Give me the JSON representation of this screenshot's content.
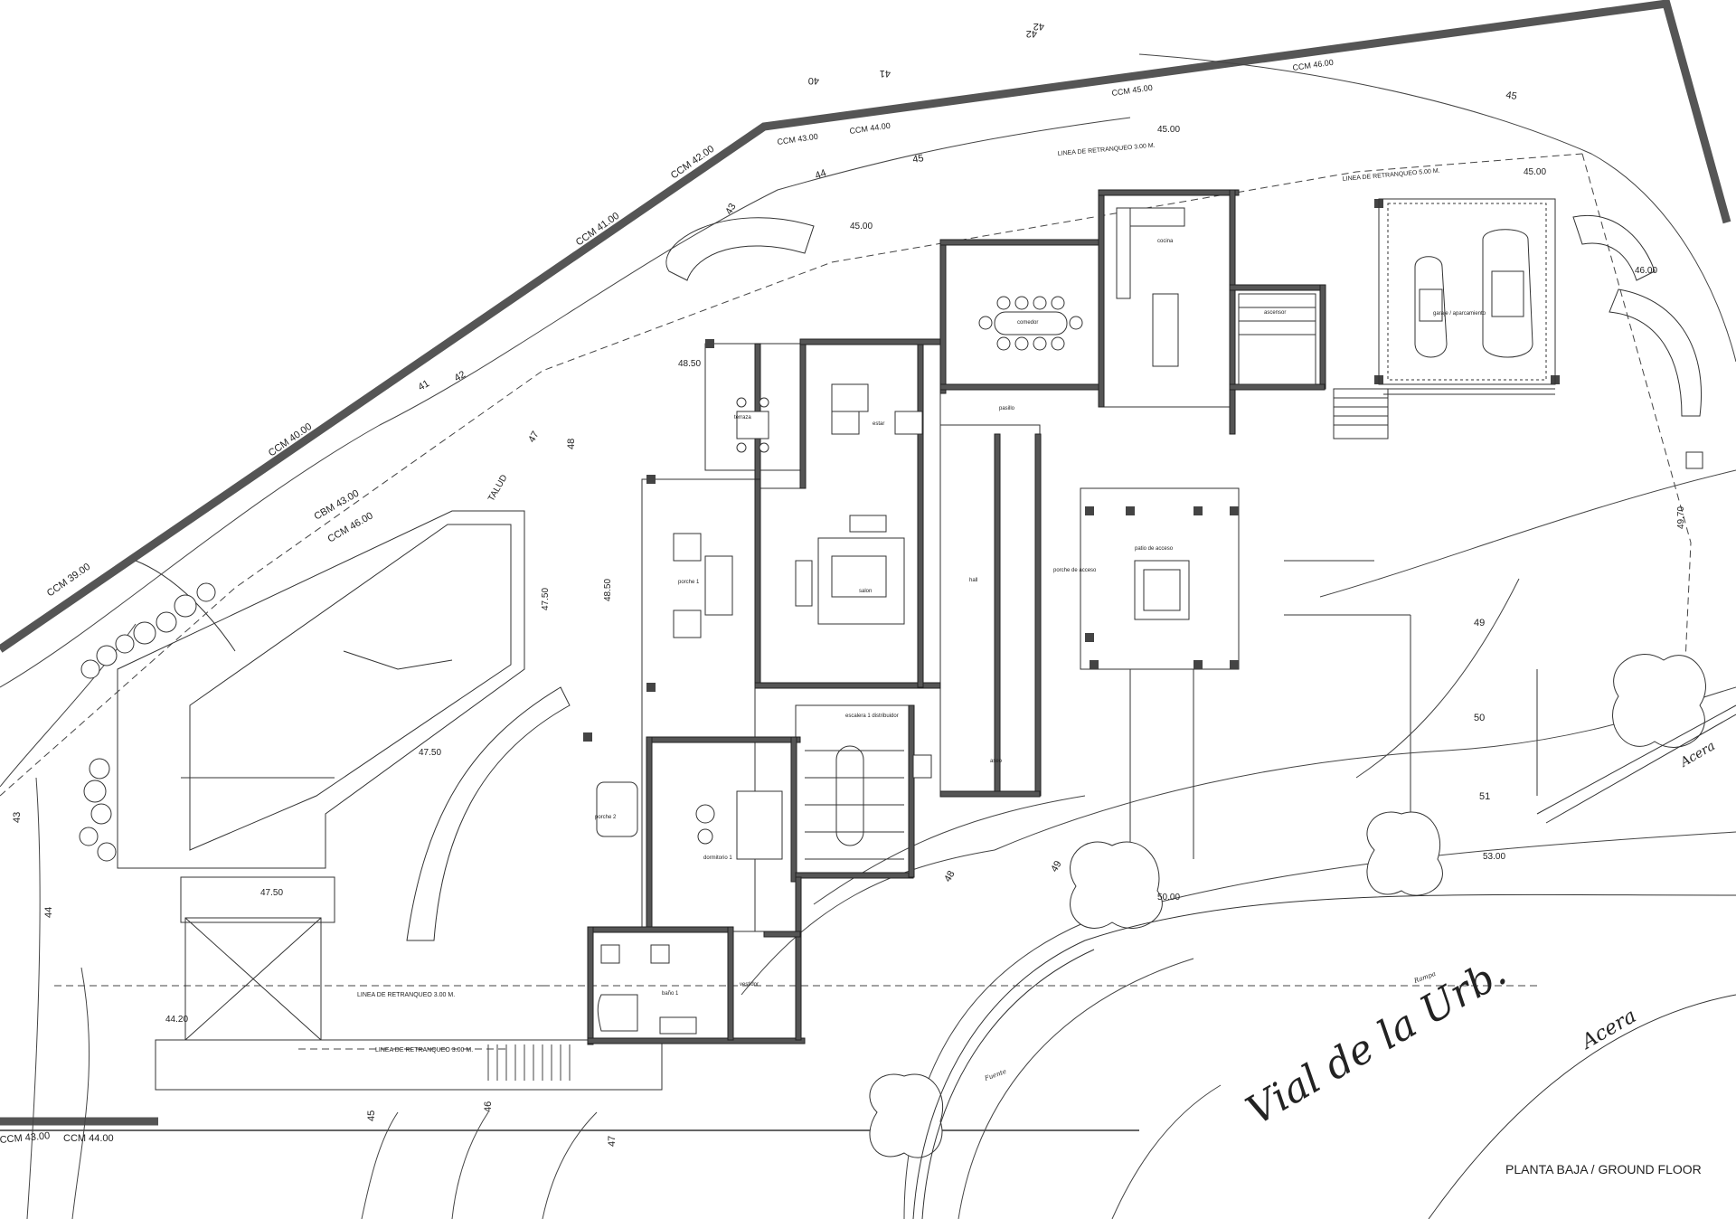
{
  "title": "PLANTA BAJA / GROUND FLOOR",
  "street": {
    "name": "Vial de la Urb.",
    "sidewalk_1": "Acera",
    "sidewalk_2": "Acera"
  },
  "boundary_marks": [
    "CCM 39.00",
    "CCM 40.00",
    "CCM 41.00",
    "CCM 42.00",
    "CCM 43.00",
    "CCM 44.00",
    "CCM 45.00",
    "CCM 46.00",
    "CBM 43.00",
    "CCM 46.00",
    "CCM 43.00",
    "CCM 44.00"
  ],
  "setback_lines": [
    "LINEA DE RETRANQUEO 3.00 M.",
    "LINEA DE RETRANQUEO 5.00 M.",
    "LINEA DE RETRANQUEO 3.00 M.",
    "LINEA DE RETRANQUEO 3.00 M."
  ],
  "levels": [
    "45.00",
    "45.00",
    "45.00",
    "46.00",
    "48.50",
    "48.50",
    "47.50",
    "47.50",
    "47.50",
    "44.20",
    "50.00",
    "53.00",
    "49.70"
  ],
  "contours": [
    "40",
    "41",
    "42",
    "41",
    "42",
    "43",
    "44",
    "45",
    "45",
    "47",
    "48",
    "48",
    "43",
    "44",
    "45",
    "46",
    "47",
    "49",
    "50",
    "51",
    "42",
    "49"
  ],
  "rooms": [
    "comedor",
    "cocina",
    "ascensor",
    "garaje / aparcamiento",
    "pasillo",
    "estar",
    "porche 1",
    "salon",
    "hall",
    "patio de acceso",
    "porche de acceso",
    "escalera 1 distribuidor",
    "aseo",
    "porche 2",
    "dormitorio 1",
    "vestidor",
    "baño 1",
    "terraza"
  ],
  "labels": {
    "talud": "TALUD",
    "ramp": "Rampa",
    "fountain": "Fuente"
  }
}
